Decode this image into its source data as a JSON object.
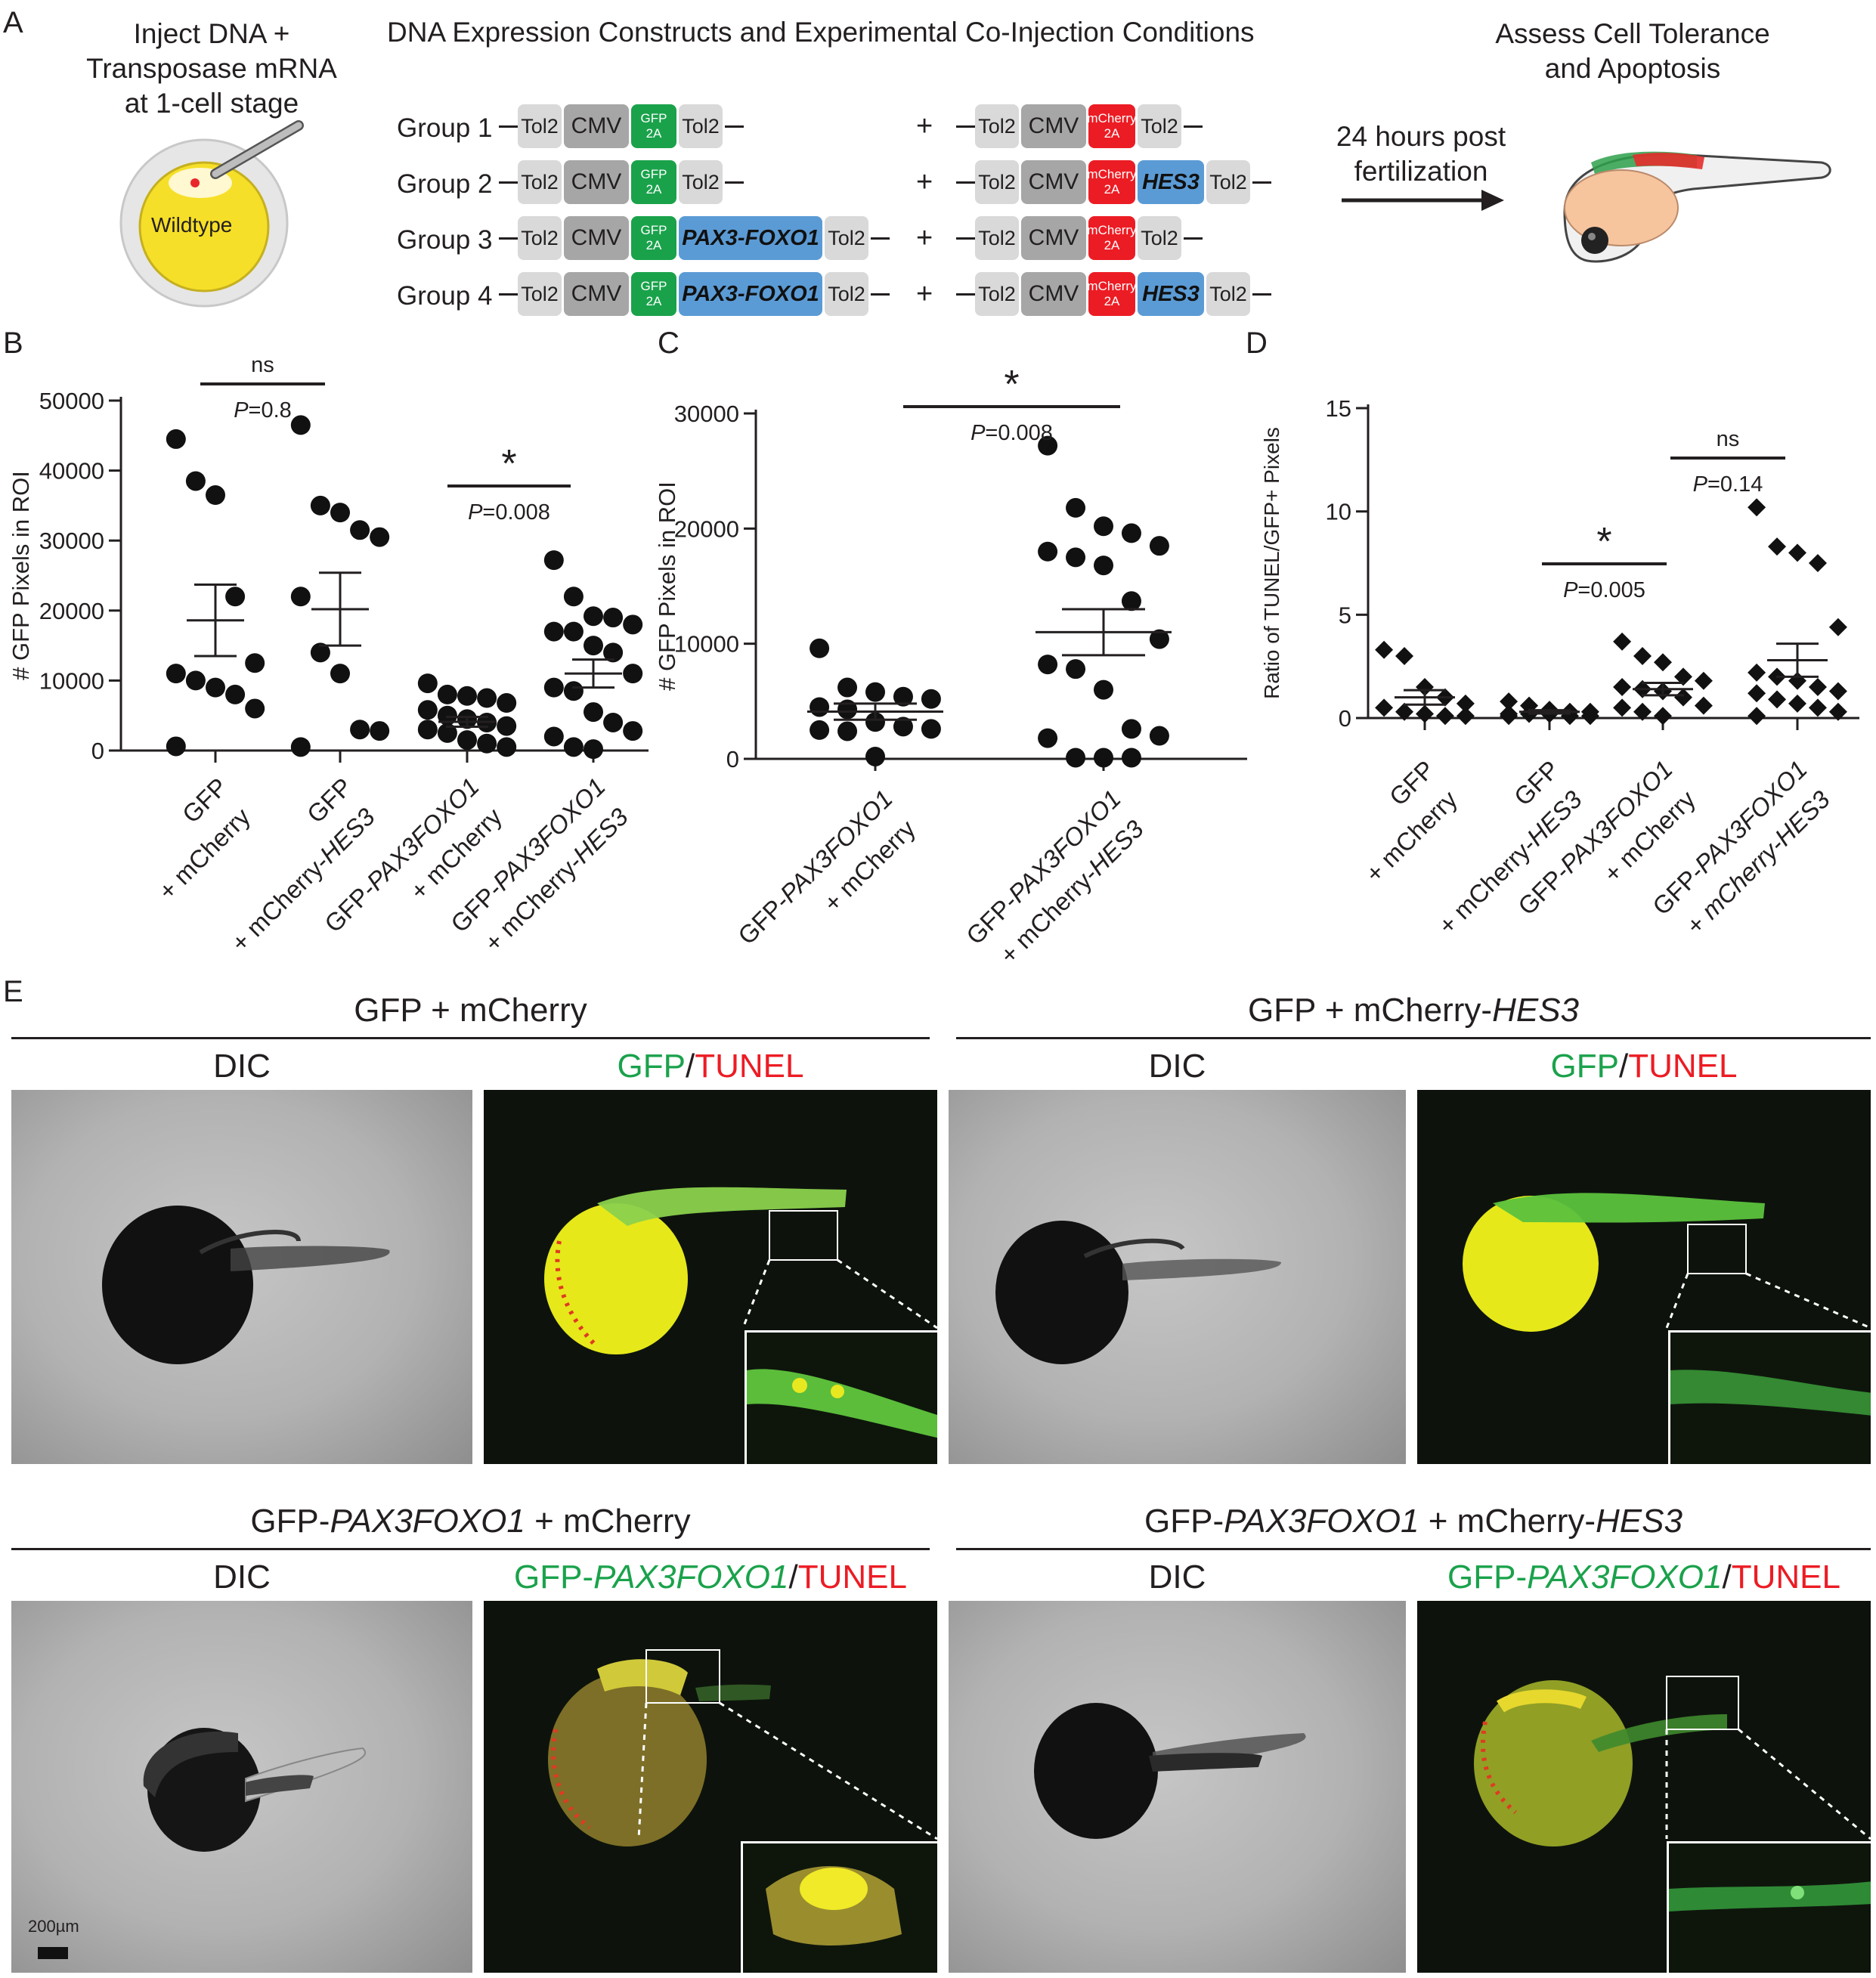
{
  "panelA": {
    "label": "A",
    "left_text": [
      "Inject DNA +",
      "Transposase mRNA",
      "at 1-cell stage"
    ],
    "egg_label": "Wildtype",
    "title": "DNA Expression Constructs and Experimental Co-Injection Conditions",
    "groups": [
      "Group 1",
      "Group 2",
      "Group 3",
      "Group 4"
    ],
    "tol2": "Tol2",
    "cmv": "CMV",
    "gfp": [
      "GFP",
      "2A"
    ],
    "mcherry": [
      "mCherry",
      "2A"
    ],
    "pax": "PAX3-FOXO1",
    "hes": "HES3",
    "plus": "+",
    "right_title": [
      "Assess Cell Tolerance",
      "and Apoptosis"
    ],
    "arrow_text": [
      "24 hours post",
      "fertilization"
    ]
  },
  "panelB": {
    "label": "B",
    "ylabel": "# GFP Pixels in ROI",
    "yticks": [
      "0",
      "10000",
      "20000",
      "30000",
      "40000",
      "50000"
    ],
    "sig1": {
      "label": "ns",
      "p": "P",
      "pval": "=0.8"
    },
    "sig2": {
      "label": "*",
      "p": "P",
      "pval": "=0.008"
    },
    "xlabels": [
      {
        "l1": "GFP",
        "l2a": "+ mCherry",
        "l2b": ""
      },
      {
        "l1": "GFP",
        "l2a": "+ mCherry-",
        "l2b": "HES3"
      },
      {
        "l1a": "GFP-",
        "l1b": "PAX3FOXO1",
        "l2a": "+ mCherry",
        "l2b": ""
      },
      {
        "l1a": "GFP-",
        "l1b": "PAX3FOXO1",
        "l2a": "+ mCherry-",
        "l2b": "HES3"
      }
    ]
  },
  "panelC": {
    "label": "C",
    "ylabel": "# GFP Pixels in ROI",
    "yticks": [
      "0",
      "10000",
      "20000",
      "30000"
    ],
    "sig": {
      "label": "*",
      "p": "P",
      "pval": "=0.008"
    },
    "xlabels": [
      {
        "l1a": "GFP-",
        "l1b": "PAX3FOXO1",
        "l2a": "+ mCherry",
        "l2b": ""
      },
      {
        "l1a": "GFP-",
        "l1b": "PAX3FOXO1",
        "l2a": "+ mCherry-",
        "l2b": "HES3"
      }
    ]
  },
  "panelD": {
    "label": "D",
    "ylabel": "Ratio of TUNEL/GFP+ Pixels",
    "yticks": [
      "0",
      "5",
      "10",
      "15"
    ],
    "sig1": {
      "label": "*",
      "p": "P",
      "pval": "=0.005"
    },
    "sig2": {
      "label": "ns",
      "p": "P",
      "pval": "=0.14"
    },
    "xlabels": [
      {
        "l1": "GFP",
        "l2a": "+ mCherry",
        "l2b": ""
      },
      {
        "l1": "GFP",
        "l2a": "+ mCherry-",
        "l2b": "HES3"
      },
      {
        "l1a": "GFP-",
        "l1b": "PAX3FOXO1",
        "l2a": "+ mCherry",
        "l2b": ""
      },
      {
        "l1a": "GFP-",
        "l1b": "PAX3FOXO1",
        "l2a": "+ ",
        "l2b": "mCherry-HES3"
      }
    ]
  },
  "panelE": {
    "label": "E",
    "h1": "GFP + mCherry",
    "h2a": "GFP + mCherry-",
    "h2b": "HES3",
    "h3a": "GFP-",
    "h3b": "PAX3FOXO1",
    "h3c": " + mCherry",
    "h4a": "GFP-",
    "h4b": "PAX3FOXO1",
    "h4c": " + mCherry-",
    "h4d": "HES3",
    "dic": "DIC",
    "gfp": "GFP",
    "slash": "/",
    "tunel": "TUNEL",
    "gfp_pax_a": "GFP-",
    "gfp_pax_b": "PAX3FOXO1",
    "scalebar": "200µm"
  },
  "chart_data": [
    {
      "type": "scatter",
      "ylabel": "# GFP Pixels in ROI",
      "ylim": [
        0,
        50000
      ],
      "categories": [
        "GFP + mCherry",
        "GFP + mCherry-HES3",
        "GFP-PAX3FOXO1 + mCherry",
        "GFP-PAX3FOXO1 + mCherry-HES3"
      ],
      "series": [
        {
          "values": [
            44500,
            38500,
            36500,
            22000,
            12500,
            11000,
            10000,
            9000,
            8000,
            6000,
            600
          ],
          "mean": 18600,
          "sem": 5100
        },
        {
          "values": [
            46500,
            35000,
            34000,
            31500,
            30500,
            22000,
            14000,
            11000,
            3000,
            2800,
            500
          ],
          "mean": 20200,
          "sem": 5200
        },
        {
          "values": [
            9600,
            8000,
            7800,
            7500,
            6800,
            5800,
            5000,
            4500,
            4000,
            3500,
            3000,
            2500,
            1500,
            1000,
            500
          ],
          "mean": 4100,
          "sem": 700
        },
        {
          "values": [
            27200,
            22000,
            19200,
            19000,
            18000,
            17000,
            17000,
            15000,
            14000,
            11000,
            9000,
            8500,
            5500,
            4000,
            2800,
            2000,
            500,
            200
          ],
          "mean": 11000,
          "sem": 2000
        }
      ]
    },
    {
      "type": "scatter",
      "ylabel": "# GFP Pixels in ROI",
      "ylim": [
        0,
        30000
      ],
      "categories": [
        "GFP-PAX3FOXO1 + mCherry",
        "GFP-PAX3FOXO1 + mCherry-HES3"
      ],
      "series": [
        {
          "values": [
            9600,
            6200,
            5800,
            5400,
            5200,
            4500,
            4300,
            3200,
            2800,
            2600,
            2500,
            2400,
            200
          ],
          "mean": 4100,
          "sem": 700
        },
        {
          "values": [
            27200,
            21800,
            20200,
            19600,
            18500,
            18000,
            17500,
            16800,
            13700,
            10400,
            8200,
            7800,
            6000,
            2600,
            2000,
            1800,
            100,
            100,
            100
          ],
          "mean": 11000,
          "sem": 2000
        }
      ]
    },
    {
      "type": "scatter",
      "ylabel": "Ratio of TUNEL/GFP+ Pixels",
      "ylim": [
        0,
        15
      ],
      "categories": [
        "GFP + mCherry",
        "GFP + mCherry-HES3",
        "GFP-PAX3FOXO1 + mCherry",
        "GFP-PAX3FOXO1 + mCherry-HES3"
      ],
      "series": [
        {
          "values": [
            3.3,
            3.0,
            1.5,
            1.0,
            0.7,
            0.5,
            0.3,
            0.2,
            0.1,
            0.1
          ],
          "mean": 1.0,
          "sem": 0.35
        },
        {
          "values": [
            0.8,
            0.6,
            0.4,
            0.3,
            0.3,
            0.2,
            0.2,
            0.2,
            0.1,
            0.1,
            0.1
          ],
          "mean": 0.3,
          "sem": 0.08
        },
        {
          "values": [
            3.7,
            3.0,
            2.7,
            2.0,
            1.8,
            1.5,
            1.4,
            1.3,
            1.0,
            0.6,
            0.5,
            0.3,
            0.1
          ],
          "mean": 1.4,
          "sem": 0.3
        },
        {
          "values": [
            10.2,
            8.3,
            8.0,
            7.5,
            4.4,
            2.2,
            2.0,
            1.8,
            1.5,
            1.3,
            1.2,
            0.9,
            0.7,
            0.5,
            0.3,
            0.1
          ],
          "mean": 2.8,
          "sem": 0.8
        }
      ]
    }
  ]
}
